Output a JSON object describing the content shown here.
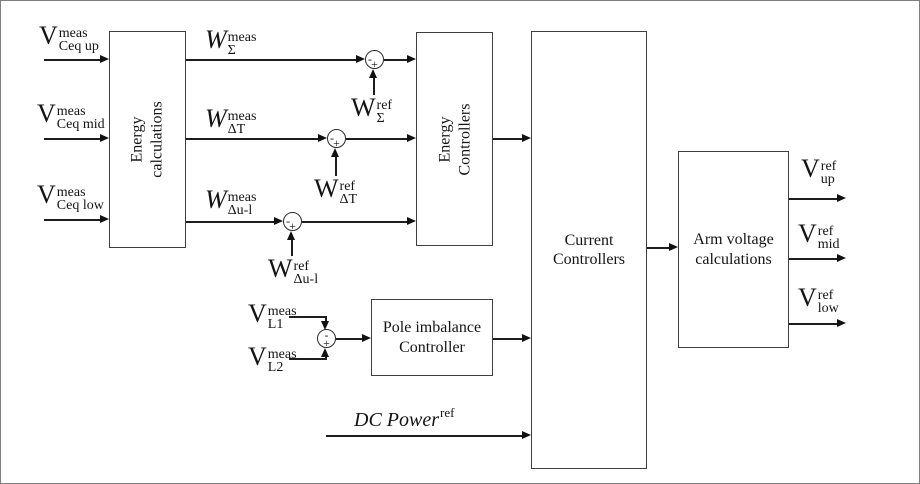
{
  "figure": {
    "blocks": {
      "energy_calculations": "Energy\ncalculations",
      "energy_controllers": "Energy\nControllers",
      "current_controllers": "Current\nControllers",
      "pole_imbalance_controller": "Pole imbalance\nController",
      "arm_voltage_calculations": "Arm voltage\ncalculations"
    },
    "signals": {
      "v_ceq_up_meas": {
        "base": "V",
        "sub": "Ceq up",
        "sup": "meas"
      },
      "v_ceq_mid_meas": {
        "base": "V",
        "sub": "Ceq mid",
        "sup": "meas"
      },
      "v_ceq_low_meas": {
        "base": "V",
        "sub": "Ceq low",
        "sup": "meas"
      },
      "w_sigma_meas": {
        "base": "W",
        "sub": "Σ",
        "sup": "meas"
      },
      "w_delta_t_meas": {
        "base": "W",
        "sub": "ΔT",
        "sup": "meas"
      },
      "w_delta_ul_meas": {
        "base": "W",
        "sub": "Δu-l",
        "sup": "meas"
      },
      "w_sigma_ref": {
        "base": "W",
        "sub": "Σ",
        "sup": "ref"
      },
      "w_delta_t_ref": {
        "base": "W",
        "sub": "ΔT",
        "sup": "ref"
      },
      "w_delta_ul_ref": {
        "base": "W",
        "sub": "Δu-l",
        "sup": "ref"
      },
      "v_l1_meas": {
        "base": "V",
        "sub": "L1",
        "sup": "meas"
      },
      "v_l2_meas": {
        "base": "V",
        "sub": "L2",
        "sup": "meas"
      },
      "dc_power_ref": {
        "base": "DC Power",
        "sup": "ref"
      },
      "v_up_ref": {
        "base": "V",
        "sub": "up",
        "sup": "ref"
      },
      "v_mid_ref": {
        "base": "V",
        "sub": "mid",
        "sup": "ref"
      },
      "v_low_ref": {
        "base": "V",
        "sub": "low",
        "sup": "ref"
      }
    },
    "junction_signs": {
      "minus": "-",
      "plus": "+"
    },
    "colors": {
      "line": "#1d1d1d",
      "block_border": "#3f3f3f",
      "background": "#ffffff"
    }
  }
}
